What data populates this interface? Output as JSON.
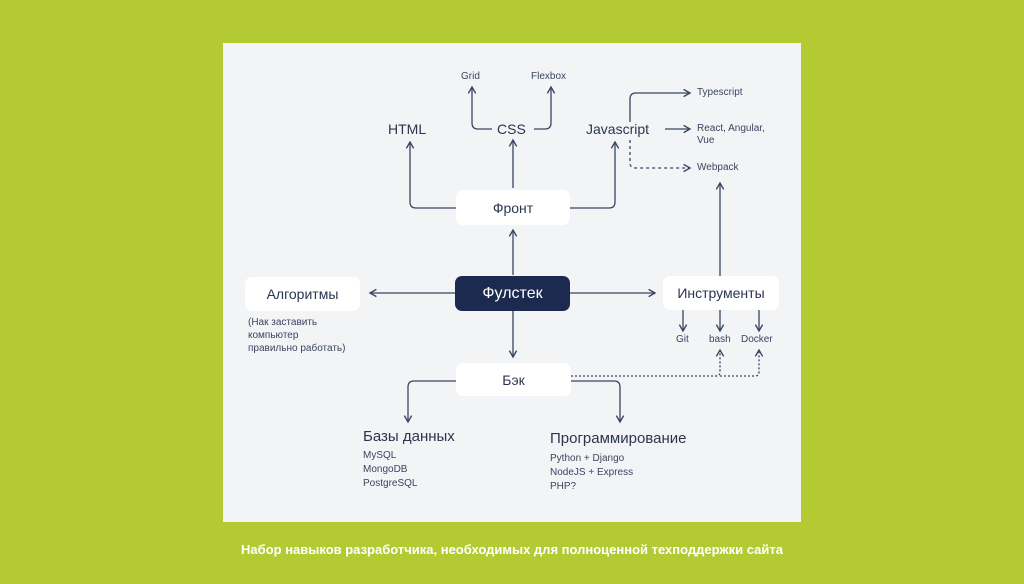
{
  "diagram": {
    "center": "Фулстек",
    "front": {
      "label": "Фронт",
      "children": {
        "html": "HTML",
        "css": {
          "label": "CSS",
          "children": [
            "Grid",
            "Flexbox"
          ]
        },
        "javascript": {
          "label": "Javascript",
          "children": [
            "Typescript",
            "React, Angular,",
            "Vue"
          ],
          "dashed_child": "Webpack"
        }
      }
    },
    "algorithms": {
      "label": "Алгоритмы",
      "note": [
        "(Нак заставить",
        "компьютер",
        "правильно работать)"
      ]
    },
    "tools": {
      "label": "Инструменты",
      "children": [
        "Git",
        "bash",
        "Docker"
      ]
    },
    "back": {
      "label": "Бэк",
      "databases": {
        "label": "Базы данных",
        "items": [
          "MySQL",
          "MongoDB",
          "PostgreSQL"
        ]
      },
      "programming": {
        "label": "Программирование",
        "items": [
          "Python + Django",
          "NodeJS + Express",
          "PHP?"
        ]
      }
    }
  },
  "caption": "Набор навыков разработчика, необходимых для полноценной техподдержки сайта",
  "colors": {
    "background": "#b3ca33",
    "panel": "#f3f4f6",
    "dark_node": "#1b2a4e",
    "line": "#3a4563"
  }
}
